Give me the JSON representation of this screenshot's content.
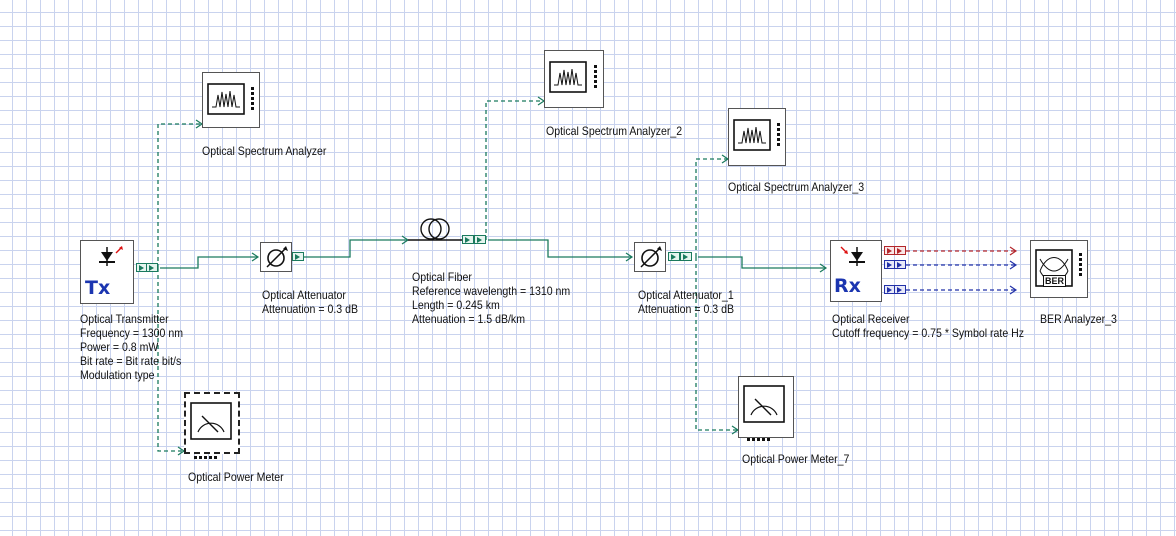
{
  "components": {
    "transmitter": {
      "icon_text": "Tx",
      "name": "Optical Transmitter",
      "params": [
        "Frequency = 1300  nm",
        "Power = 0.8  mW",
        "Bit rate = Bit rate  bit/s",
        "Modulation type"
      ]
    },
    "osa_1": {
      "name": "Optical Spectrum Analyzer"
    },
    "osa_2": {
      "name": "Optical Spectrum Analyzer_2"
    },
    "osa_3": {
      "name": "Optical Spectrum Analyzer_3"
    },
    "attenuator_1": {
      "name": "Optical Attenuator",
      "params": [
        "Attenuation = 0.3  dB"
      ]
    },
    "fiber": {
      "name": "Optical Fiber",
      "params": [
        "Reference wavelength = 1310  nm",
        "Length = 0.245  km",
        "Attenuation = 1.5  dB/km"
      ]
    },
    "attenuator_2": {
      "name": "Optical Attenuator_1",
      "params": [
        "Attenuation = 0.3  dB"
      ]
    },
    "receiver": {
      "icon_text": "Rx",
      "name": "Optical Receiver",
      "params": [
        "Cutoff frequency = 0.75 * Symbol rate  Hz"
      ]
    },
    "ber": {
      "icon_text": "BER",
      "name": "BER Analyzer_3"
    },
    "power_meter_1": {
      "name": "Optical Power Meter"
    },
    "power_meter_2": {
      "name": "Optical Power Meter_7"
    }
  },
  "colors": {
    "optical_link": "#1a7a5e",
    "electrical_blue": "#2231a8",
    "electrical_red": "#b3262b",
    "grid": "#c9d3ee",
    "label_blue": "#1b35b0"
  }
}
